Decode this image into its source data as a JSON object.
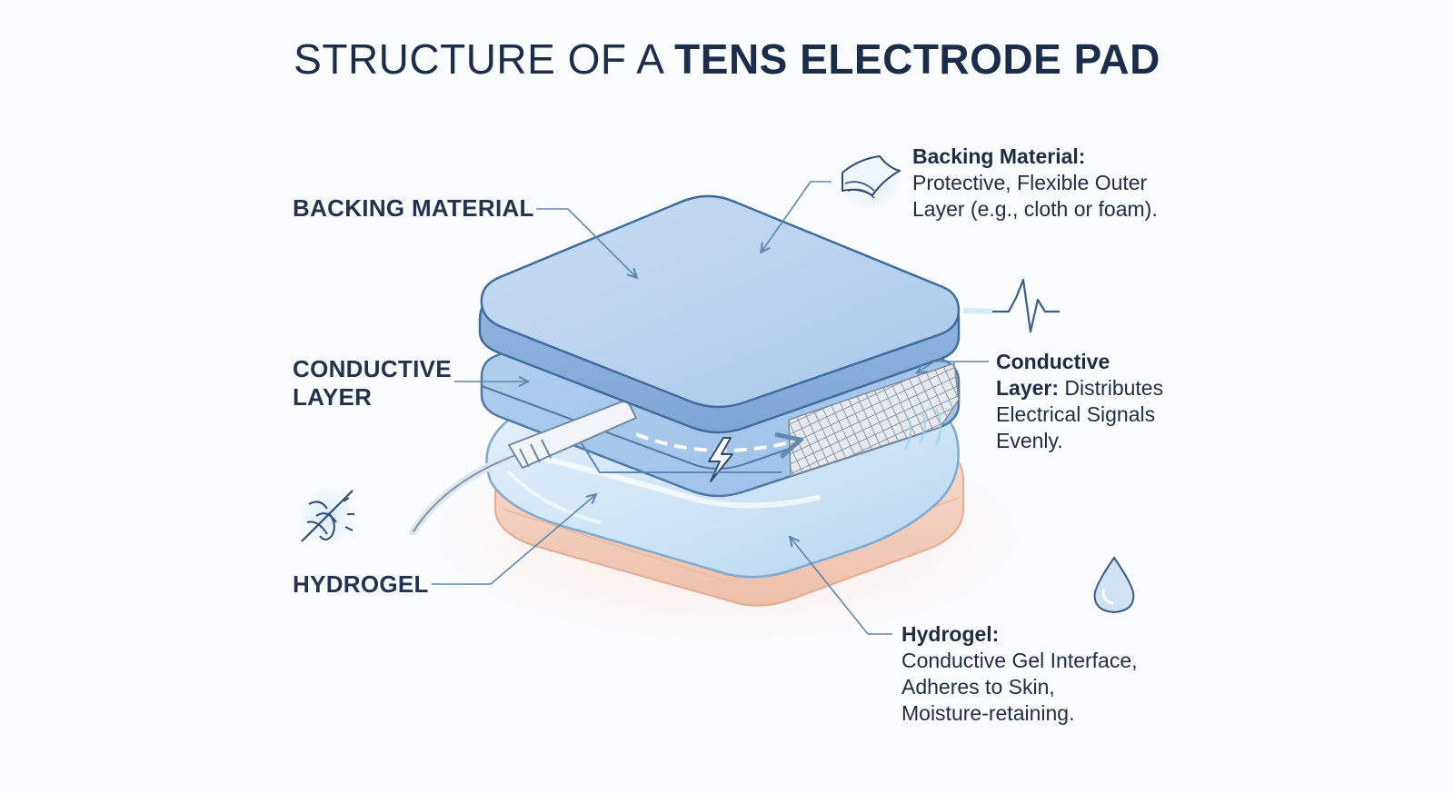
{
  "title": {
    "light": "STRUCTURE OF A",
    "bold": "TENS ELECTRODE PAD"
  },
  "left_labels": {
    "backing": "BACKING MATERIAL",
    "conductive_line1": "CONDUCTIVE",
    "conductive_line2": "LAYER",
    "hydrogel": "HYDROGEL"
  },
  "descriptions": {
    "backing": {
      "heading": "Backing Material:",
      "line1": "Protective, Flexible Outer",
      "line2": "Layer (e.g., cloth or foam)."
    },
    "conductive": {
      "heading_line1": "Conductive",
      "heading_line2": "Layer:",
      "line2_rest": " Distributes",
      "line3": "Electrical Signals",
      "line4": "Evenly."
    },
    "hydrogel": {
      "heading": "Hydrogel:",
      "line1": "Conductive Gel Interface,",
      "line2": "Adheres to Skin,",
      "line3": "Moisture-retaining."
    }
  },
  "icons": {
    "backing": "fabric-sheet-icon",
    "conductive": "heartbeat-wave-icon",
    "hydrogel": "water-drop-icon",
    "left": "no-hair-skin-icon",
    "signal": "lightning-bolt-icon"
  },
  "colors": {
    "title": "#1b2d4a",
    "pad_blue": "#cfe3f7",
    "pad_edge": "#5b88b8",
    "gel": "#d5e9f8",
    "skin": "#f3d2c2",
    "mesh": "#aab4bf",
    "accent_line": "#5f86ae"
  }
}
